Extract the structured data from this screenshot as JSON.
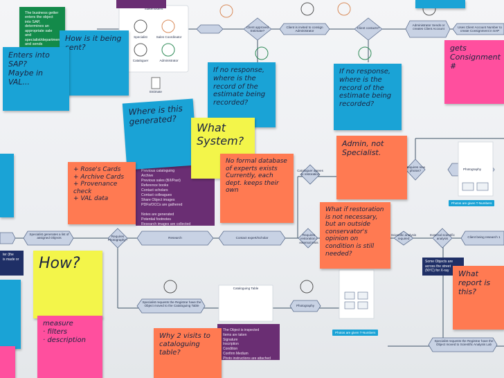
{
  "flow": {
    "top_group_title": "Stakeholders",
    "top_role_1": "Specialist",
    "top_role_2": "Sales Coordinator",
    "top_role_3": "Cataloguer",
    "top_role_4": "Administrator",
    "estimate_caption": "Estimate",
    "step_client_approved": "Client approved Estimate?",
    "step_invited": "Client is invited to consign Administrator",
    "step_client_contacts": "Client contacts?",
    "step_admin_sends": "Administrator Sends or creates Client Account",
    "step_user_client_acct": "Uses Client Account Number to create Consignment in SAP",
    "green_note": "The business getter enters the object into SAP, determines an appropriate sale and specialist/department and sends information and photos.",
    "step_specialist_generates": "Specialist generates a list of assigned Objects",
    "step_requires_photography": "Requires Photography?",
    "step_research": "Research",
    "step_contact_expert": "Contact expert/Scholar",
    "step_requires_restoration": "Requires restoration / external tests",
    "step_cataloguer_agrees": "Cataloguer agrees to restoration",
    "step_requires_new_photos": "Requires new photos?",
    "step_photography_top": "Photography",
    "step_scientific_analysis": "Scientific analysis required",
    "step_external_scientific": "External scientific analysis",
    "step_client_being_research": "Client being research 1",
    "step_specialist_requests": "Specialist requests the Registrar have the Object moved to the Cataloguing Table",
    "step_cataloguing_table": "Cataloguing Table",
    "step_photography_bottom": "Photography",
    "step_specialist_requests_lab": "Specialist requests the Registrar have the Object moved to Scientific Analysis Lab",
    "photos_given_top": "Photos are given T-Numbers",
    "photos_given_bottom": "Photos are given T-Numbers",
    "navy_note": "Some Objects are across the street (NYC) for X-ray",
    "left_edge_text": "ter (the\nis made or",
    "research_list": "Previous cataloguing\nArchive\nPrevious sales (B/I/Past)\nReference books\nContact scholars\nContact colleagues\nShare Object images\nPDFs/OCCs are gathered\n\nNotes are generated\nPotential footnotes\nResearch images are collected",
    "inspection_list": "The Object is inspected\nItems are taken\nSignature\nInscription\nCondition\nConfirm Medium\nPhoto instructions are attached\nPhoto Department is informed"
  },
  "notes": {
    "how_being_sent": "How is it being sent?",
    "enters_sap": "Enters into SAP?\nMaybe in VAL...",
    "no_response_left": "If no response, where is the record of the estimate being recorded?",
    "no_response_right": "If no response, where is the record of the estimate being recorded?",
    "gets_consignment": "gets Consignment #",
    "where_generated": "Where is this generated?",
    "what_system": "What System?",
    "rose_cards": "+ Rose's Cards\n+ Archive Cards\n+ Provenance check\n+ VAL data",
    "no_formal": "No formal database of experts exists\nCurrently, each dept. keeps their own",
    "admin_not_specialist": "Admin, not Specialist.",
    "restoration_question": "What if restoration is not necessary, but an outside conservator's opinion on condition is still needed?",
    "how": "How?",
    "measure": "measure\n· filters\n· description",
    "why_two_visits": "Why 2 visits to cataloguing table?",
    "what_report": "What report is this?"
  }
}
